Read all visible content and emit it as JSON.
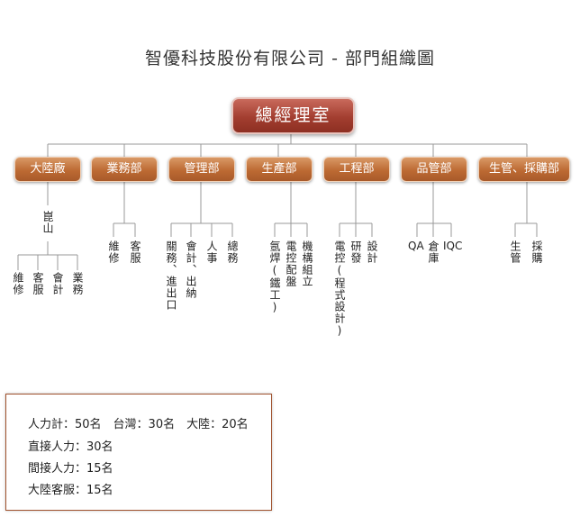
{
  "title": "智優科技股份有限公司 - 部門組織圖",
  "general_manager": "總經理室",
  "departments": [
    "大陸廠",
    "業務部",
    "管理部",
    "生產部",
    "工程部",
    "品管部",
    "生管、採購部"
  ],
  "units": {
    "kunshan": "崑山",
    "factory_sub": [
      "維修",
      "客服",
      "會計",
      "業務"
    ],
    "sales": [
      "維修",
      "客服"
    ],
    "admin": [
      "關務、進出口",
      "會計、出納",
      "人事",
      "總務"
    ],
    "production": [
      "氬焊(鐵工)",
      "電控配盤",
      "機構組立"
    ],
    "engineering": [
      "電控(程式設計)",
      "研發",
      "設計"
    ],
    "qa_label_qa": "QA",
    "qa_label_warehouse": "倉庫",
    "qa_label_iqc": "IQC",
    "planning": [
      "生管",
      "採購"
    ]
  },
  "info": {
    "line1": "人力計：50名　台灣：30名　大陸：20名",
    "line2": "直接人力：30名",
    "line3": "間接人力：15名",
    "line4": "大陸客服：15名"
  },
  "colors": {
    "gm_box": "#a33e30",
    "dept_box": "#bd6a33",
    "lines": "#999999",
    "info_border": "#a0522d"
  }
}
